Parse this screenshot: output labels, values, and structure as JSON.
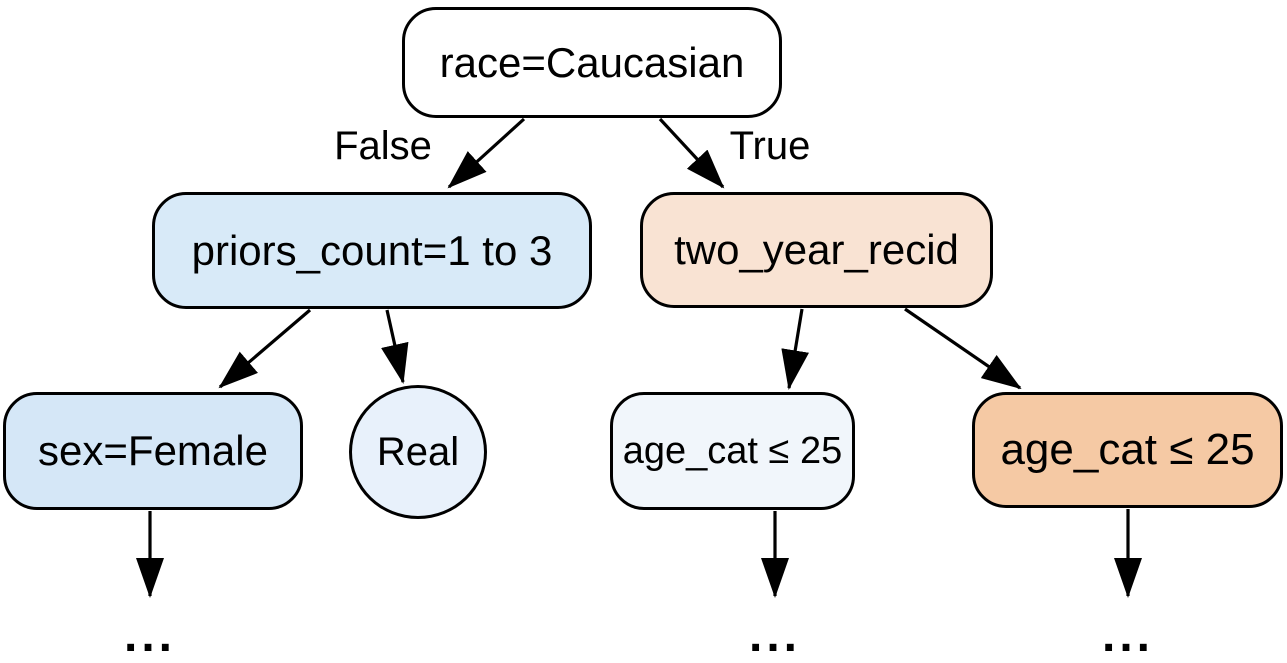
{
  "nodes": {
    "root": {
      "label": "race=Caucasian",
      "fill": "#ffffff"
    },
    "priors_count": {
      "label": "priors_count=1 to 3",
      "fill": "#d8eaf8"
    },
    "two_year_recid": {
      "label": "two_year_recid",
      "fill": "#f9e3d3"
    },
    "sex_female": {
      "label": "sex=Female",
      "fill": "#d5e7f7"
    },
    "real": {
      "label": "Real",
      "fill": "#e8f1fb"
    },
    "age_cat_left": {
      "label": "age_cat ≤ 25",
      "fill": "#f1f6fb"
    },
    "age_cat_right": {
      "label": "age_cat ≤ 25",
      "fill": "#f5c9a4"
    }
  },
  "edge_labels": {
    "false": "False",
    "true": "True"
  },
  "truncation_markers": {
    "left": "...",
    "middle": "...",
    "right": "..."
  },
  "colors": {
    "edge_stroke": "#000000",
    "node_border": "#000000",
    "text": "#000000",
    "background": "#ffffff"
  }
}
